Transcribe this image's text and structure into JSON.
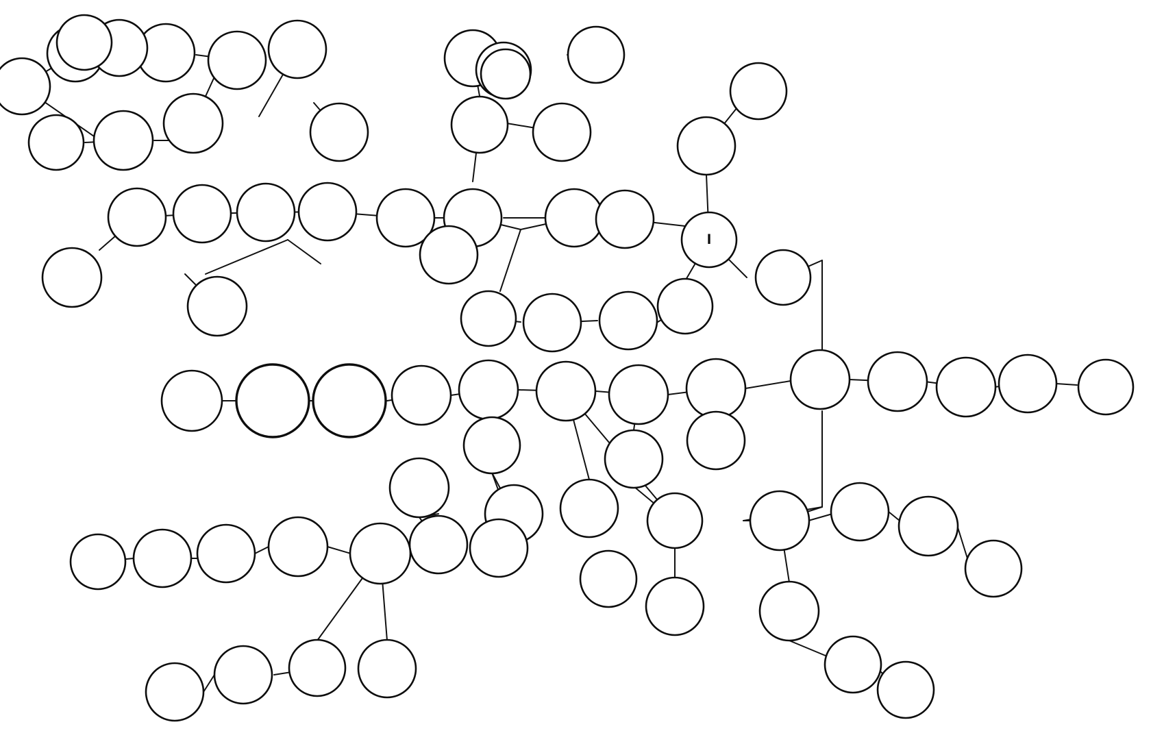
{
  "diagram": {
    "type": "genealogy-tree",
    "colors": {
      "ink": "#0d0d0d",
      "paper": "#ffffff"
    },
    "nodes": [
      {
        "id": "a1",
        "label": ""
      },
      {
        "id": "a2",
        "label": ""
      },
      {
        "id": "a3",
        "label": ""
      },
      {
        "id": "a4",
        "label": ""
      },
      {
        "id": "a5",
        "label": ""
      },
      {
        "id": "a6",
        "label": ""
      },
      {
        "id": "a7",
        "label": ""
      },
      {
        "id": "a8",
        "label": ""
      },
      {
        "id": "a9",
        "label": ""
      },
      {
        "id": "a10",
        "label": ""
      },
      {
        "id": "a11",
        "label": ""
      },
      {
        "id": "b1",
        "label": ""
      },
      {
        "id": "b2",
        "label": ""
      },
      {
        "id": "b3",
        "label": ""
      },
      {
        "id": "b4",
        "label": ""
      },
      {
        "id": "b5",
        "label": ""
      },
      {
        "id": "b6",
        "label": ""
      },
      {
        "id": "b7",
        "label": ""
      },
      {
        "id": "b8",
        "label": ""
      },
      {
        "id": "b9",
        "label": ""
      },
      {
        "id": "c1",
        "label": ""
      },
      {
        "id": "c2",
        "label": ""
      },
      {
        "id": "c3",
        "label": ""
      },
      {
        "id": "c4",
        "label": ""
      },
      {
        "id": "c5",
        "label": ""
      },
      {
        "id": "c6",
        "label": ""
      },
      {
        "id": "c7",
        "label": ""
      },
      {
        "id": "c8",
        "label": ""
      },
      {
        "id": "c9",
        "label": ""
      },
      {
        "id": "c10",
        "label": ""
      },
      {
        "id": "c11",
        "label": ""
      },
      {
        "id": "c12",
        "label": "ا"
      },
      {
        "id": "c13",
        "label": ""
      },
      {
        "id": "c14",
        "label": ""
      },
      {
        "id": "c15",
        "label": ""
      },
      {
        "id": "c16",
        "label": ""
      },
      {
        "id": "c17",
        "label": ""
      },
      {
        "id": "c18",
        "label": ""
      },
      {
        "id": "c19",
        "label": ""
      },
      {
        "id": "c20",
        "label": ""
      },
      {
        "id": "c21",
        "label": ""
      },
      {
        "id": "c22",
        "label": ""
      },
      {
        "id": "d1",
        "label": ""
      },
      {
        "id": "d2",
        "label": ""
      },
      {
        "id": "d3",
        "label": ""
      },
      {
        "id": "d4",
        "label": ""
      },
      {
        "id": "d5",
        "label": ""
      },
      {
        "id": "d6",
        "label": ""
      },
      {
        "id": "d7",
        "label": ""
      },
      {
        "id": "d8",
        "label": ""
      },
      {
        "id": "d9",
        "label": ""
      },
      {
        "id": "d10",
        "label": ""
      },
      {
        "id": "d11",
        "label": ""
      },
      {
        "id": "d12",
        "label": ""
      },
      {
        "id": "d13",
        "label": ""
      },
      {
        "id": "d14",
        "label": ""
      },
      {
        "id": "d15",
        "label": ""
      },
      {
        "id": "e1",
        "label": ""
      },
      {
        "id": "e2",
        "label": ""
      },
      {
        "id": "e3",
        "label": ""
      },
      {
        "id": "e4",
        "label": ""
      },
      {
        "id": "e5",
        "label": ""
      },
      {
        "id": "e6",
        "label": ""
      },
      {
        "id": "e7",
        "label": ""
      },
      {
        "id": "e8",
        "label": ""
      },
      {
        "id": "e9",
        "label": ""
      },
      {
        "id": "e10",
        "label": ""
      },
      {
        "id": "e11",
        "label": ""
      },
      {
        "id": "e12",
        "label": ""
      },
      {
        "id": "e13",
        "label": ""
      },
      {
        "id": "e14",
        "label": ""
      },
      {
        "id": "e15",
        "label": ""
      },
      {
        "id": "e16",
        "label": ""
      },
      {
        "id": "e17",
        "label": ""
      },
      {
        "id": "e18",
        "label": ""
      },
      {
        "id": "e19",
        "label": ""
      },
      {
        "id": "e20",
        "label": ""
      },
      {
        "id": "e21",
        "label": ""
      },
      {
        "id": "e22",
        "label": ""
      },
      {
        "id": "e23",
        "label": ""
      },
      {
        "id": "e24",
        "label": ""
      },
      {
        "id": "e25",
        "label": ""
      }
    ],
    "edges": [
      [
        "a2",
        "a3"
      ],
      [
        "a3",
        "a1"
      ],
      [
        "a4",
        "a1"
      ],
      [
        "a5",
        "a4"
      ],
      [
        "a5",
        "a3"
      ],
      [
        "a6",
        "a7"
      ],
      [
        "a7",
        "a8"
      ],
      [
        "a8",
        "a9"
      ],
      [
        "a9",
        "a10"
      ],
      [
        "a10",
        "a11"
      ],
      [
        "b1",
        "b2"
      ],
      [
        "b2",
        "b3"
      ],
      [
        "b1",
        "b4"
      ],
      [
        "b4",
        "b5"
      ],
      [
        "b4",
        "b6"
      ],
      [
        "b4",
        "c4"
      ],
      [
        "c1",
        "c2"
      ],
      [
        "c2",
        "c3"
      ],
      [
        "c3",
        "c4"
      ],
      [
        "c4",
        "c5"
      ],
      [
        "c5",
        "c6"
      ],
      [
        "c6",
        "c7"
      ],
      [
        "c7",
        "c8"
      ],
      [
        "c8",
        "c9"
      ],
      [
        "c9",
        "c10"
      ],
      [
        "c10",
        "b7"
      ],
      [
        "b7",
        "b8"
      ],
      [
        "c3",
        "c11"
      ],
      [
        "c4",
        "c12"
      ],
      [
        "c12",
        "c13"
      ],
      [
        "c12",
        "c14"
      ],
      [
        "c6",
        "c15"
      ],
      [
        "c15",
        "c16"
      ],
      [
        "c6",
        "c17"
      ],
      [
        "c8",
        "c18"
      ],
      [
        "c8",
        "c19"
      ],
      [
        "c8",
        "c22"
      ],
      [
        "c19",
        "c20"
      ],
      [
        "c20",
        "c21"
      ],
      [
        "c21",
        "c22"
      ],
      [
        "d1",
        "d2"
      ],
      [
        "d2",
        "d3"
      ],
      [
        "d3",
        "d4"
      ],
      [
        "d4",
        "d5"
      ],
      [
        "d5",
        "d6"
      ],
      [
        "d6",
        "d7"
      ],
      [
        "d7",
        "d8"
      ],
      [
        "d8",
        "d9"
      ],
      [
        "d9",
        "d10"
      ],
      [
        "d10",
        "d11"
      ],
      [
        "d11",
        "d12"
      ],
      [
        "d12",
        "d13"
      ],
      [
        "d13",
        "d14"
      ],
      [
        "d14",
        "d15"
      ],
      [
        "d9",
        "d16x"
      ],
      [
        "d10",
        "e1"
      ],
      [
        "d11",
        "e2"
      ],
      [
        "d8",
        "e3"
      ],
      [
        "d6",
        "e4"
      ],
      [
        "d7",
        "e5"
      ],
      [
        "d7",
        "e6"
      ],
      [
        "d7",
        "e7"
      ],
      [
        "e6",
        "e8"
      ],
      [
        "e7",
        "e9"
      ],
      [
        "e2",
        "e10"
      ],
      [
        "e5",
        "e11"
      ],
      [
        "e4",
        "e12"
      ],
      [
        "e12",
        "e13"
      ],
      [
        "e14",
        "e15"
      ],
      [
        "e15",
        "e16"
      ],
      [
        "e16",
        "e17"
      ],
      [
        "e17",
        "e18"
      ],
      [
        "e18",
        "e19"
      ],
      [
        "e18",
        "e20"
      ],
      [
        "e18",
        "e21"
      ],
      [
        "e20",
        "e22"
      ],
      [
        "e22",
        "e23"
      ],
      [
        "e23",
        "e24"
      ],
      [
        "e24",
        "e25"
      ],
      [
        "e26",
        "e27"
      ],
      [
        "e27",
        "e28"
      ],
      [
        "e28",
        "e29"
      ],
      [
        "e26",
        "e30"
      ],
      [
        "e30",
        "e31"
      ],
      [
        "e31",
        "e32"
      ],
      [
        "d13",
        "e26"
      ],
      [
        "c12",
        "d13"
      ]
    ]
  }
}
